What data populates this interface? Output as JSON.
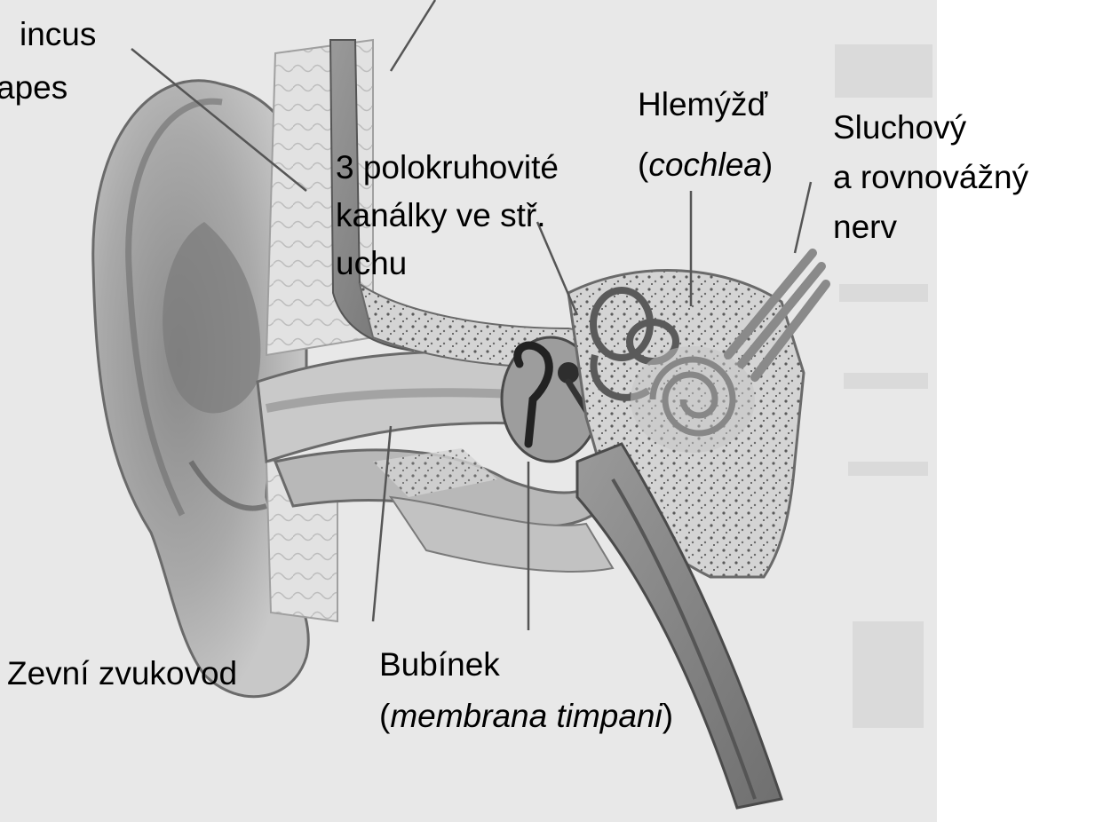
{
  "labels": {
    "incus": {
      "line1": "incus",
      "line2": "apes"
    },
    "canals": {
      "line1": "3 polokruhovité",
      "line2": "kanálky ve stř.",
      "line3": "uchu"
    },
    "cochlea": {
      "line1": "Hlemýžď",
      "open": "(",
      "latin": "cochlea",
      "close": ")"
    },
    "nerve": {
      "line1": "Sluchový",
      "line2": "a rovnovážný",
      "line3": "nerv"
    },
    "canal": {
      "line1": "Zevní zvukovod"
    },
    "eardrum": {
      "line1": "Bubínek",
      "open": "(",
      "latin": "membrana timpani",
      "close": ")"
    }
  },
  "colors": {
    "paper": "#ebebeb",
    "tissue": "#b0b0b0",
    "dark": "#3a3a3a"
  }
}
